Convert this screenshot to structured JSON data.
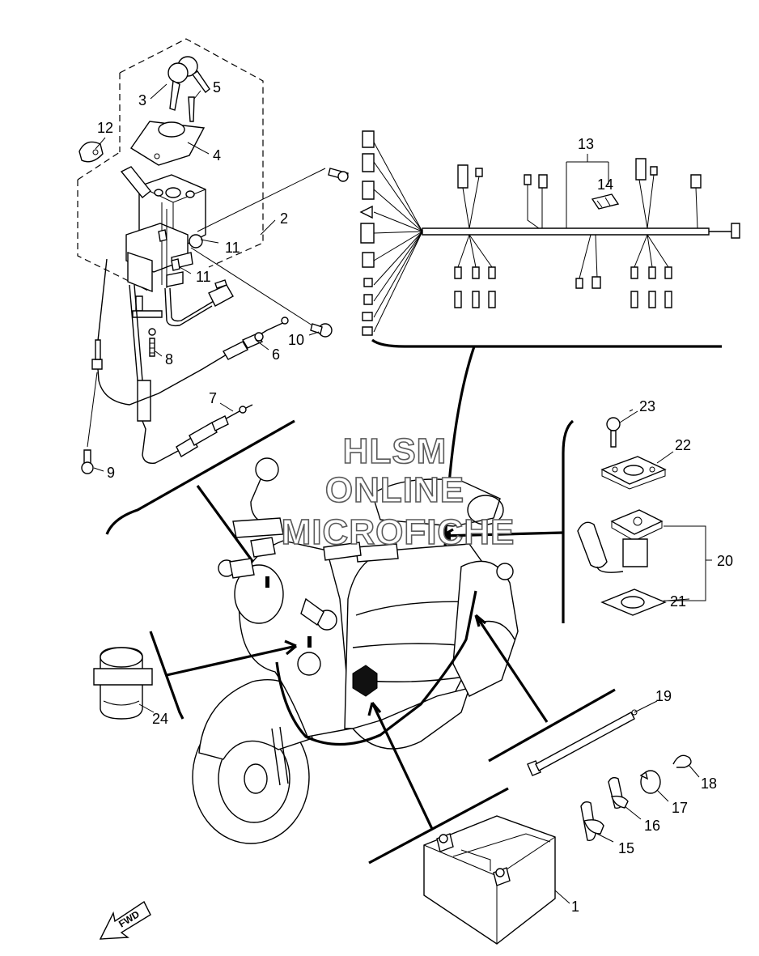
{
  "watermark": {
    "line1": "HLSM",
    "line2": "ONLINE",
    "line3": "MICROFICHE"
  },
  "fwd_label": "FWD",
  "callouts": {
    "c1": "1",
    "c2": "2",
    "c3": "3",
    "c4": "4",
    "c5": "5",
    "c6": "6",
    "c7": "7",
    "c8": "8",
    "c9": "9",
    "c10": "10",
    "c11a": "11",
    "c11b": "11",
    "c12": "12",
    "c13": "13",
    "c14": "14",
    "c15": "15",
    "c16": "16",
    "c17": "17",
    "c18": "18",
    "c19": "19",
    "c20": "20",
    "c21": "21",
    "c22": "22",
    "c23": "23",
    "c24": "24"
  }
}
